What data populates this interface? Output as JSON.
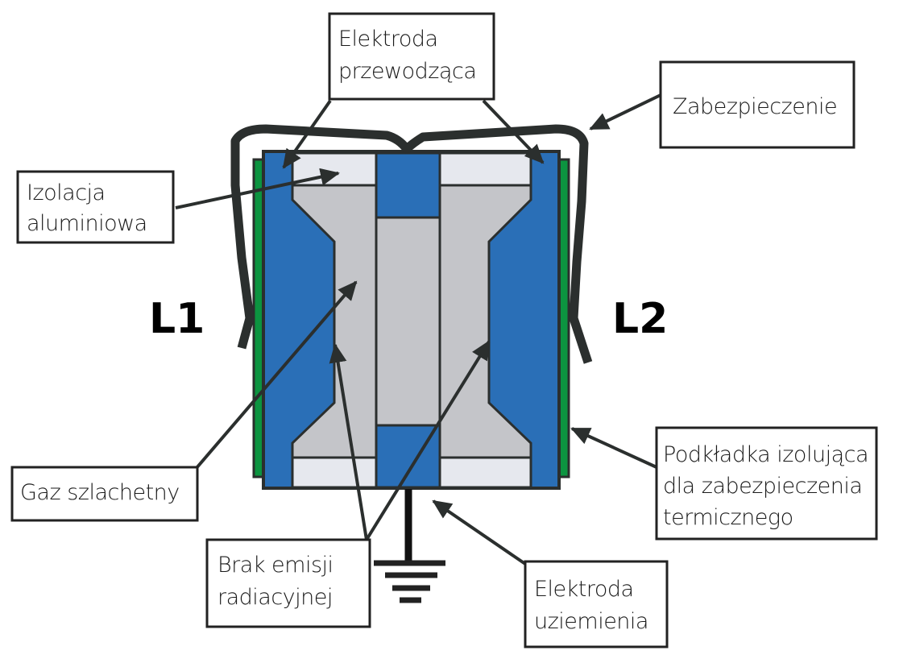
{
  "diagram": {
    "title": "Gas discharge tube with thermal protection",
    "terminals": {
      "left": "L1",
      "right": "L2"
    },
    "labels": {
      "conductive_electrode": [
        "Elektroda",
        "przewodząca"
      ],
      "protection": [
        "Zabezpieczenie"
      ],
      "alumina_insulation": [
        "Izolacja",
        "aluminiowa"
      ],
      "noble_gas": [
        "Gaz szlachetny"
      ],
      "insulating_pad": [
        "Podkładka izolująca",
        "dla zabezpieczenia",
        "termicznego"
      ],
      "no_radiation": [
        "Brak emisji",
        "radiacyjnej"
      ],
      "ground_electrode": [
        "Elektroda",
        "uziemienia"
      ]
    },
    "colors": {
      "electrode_blue": "#2a6fb7",
      "insulation_light": "#e6e8ee",
      "gas_gray": "#c4c5c9",
      "pad_green": "#0c9440",
      "outline": "#2b2f2e"
    }
  }
}
